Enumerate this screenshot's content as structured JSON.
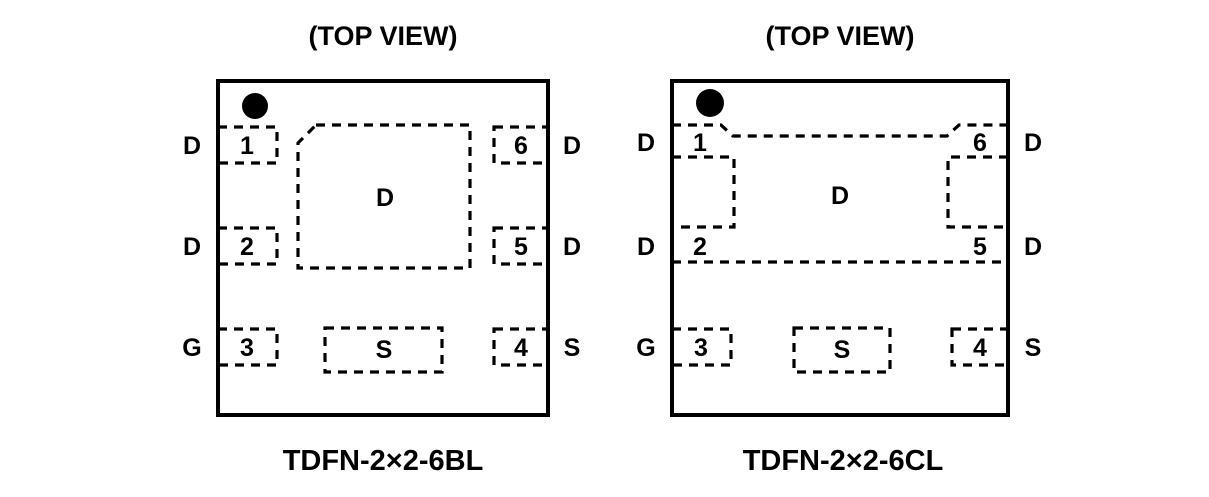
{
  "diagram": {
    "kind": "package-pinout",
    "background_color": "#ffffff",
    "ink_color": "#000000",
    "packages": [
      {
        "id": "tdfn-6bl",
        "view_title": "(TOP VIEW)",
        "package_name": "TDFN-2×2-6BL",
        "orientation_marker": "pin1-dot",
        "pads": [
          {
            "pad_label": "D",
            "kind": "center-drain-pad",
            "corner_style": "chamfered-top-left"
          },
          {
            "pad_label": "S",
            "kind": "center-source-pad",
            "corner_style": "square"
          }
        ],
        "pins": [
          {
            "number": "1",
            "signal": "D",
            "side": "left",
            "row": "top"
          },
          {
            "number": "2",
            "signal": "D",
            "side": "left",
            "row": "middle"
          },
          {
            "number": "3",
            "signal": "G",
            "side": "left",
            "row": "bottom"
          },
          {
            "number": "4",
            "signal": "S",
            "side": "right",
            "row": "bottom"
          },
          {
            "number": "5",
            "signal": "D",
            "side": "right",
            "row": "middle"
          },
          {
            "number": "6",
            "signal": "D",
            "side": "right",
            "row": "top"
          }
        ]
      },
      {
        "id": "tdfn-6cl",
        "view_title": "(TOP VIEW)",
        "package_name": "TDFN-2×2-6CL",
        "orientation_marker": "pin1-dot",
        "pads": [
          {
            "pad_label": "D",
            "kind": "merged-drain-pad",
            "corner_style": "notched-top-corners"
          },
          {
            "pad_label": "S",
            "kind": "center-source-pad",
            "corner_style": "square"
          }
        ],
        "pins": [
          {
            "number": "1",
            "signal": "D",
            "side": "left",
            "row": "top"
          },
          {
            "number": "2",
            "signal": "D",
            "side": "left",
            "row": "middle"
          },
          {
            "number": "3",
            "signal": "G",
            "side": "left",
            "row": "bottom"
          },
          {
            "number": "4",
            "signal": "S",
            "side": "right",
            "row": "bottom"
          },
          {
            "number": "5",
            "signal": "D",
            "side": "right",
            "row": "middle"
          },
          {
            "number": "6",
            "signal": "D",
            "side": "right",
            "row": "top"
          }
        ]
      }
    ]
  }
}
